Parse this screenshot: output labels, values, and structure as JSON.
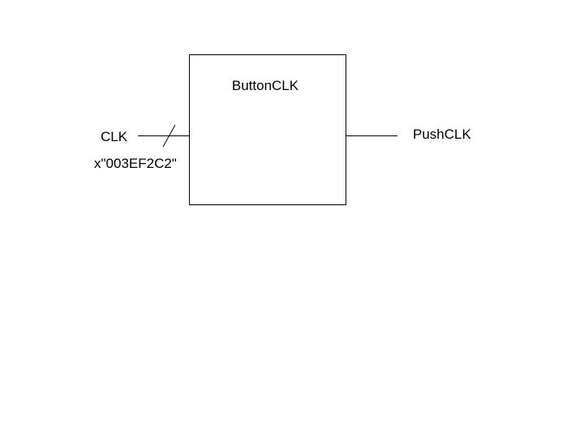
{
  "block": {
    "title": "ButtonCLK"
  },
  "input": {
    "label": "CLK",
    "value": "x\"003EF2C2\""
  },
  "output": {
    "label": "PushCLK"
  }
}
